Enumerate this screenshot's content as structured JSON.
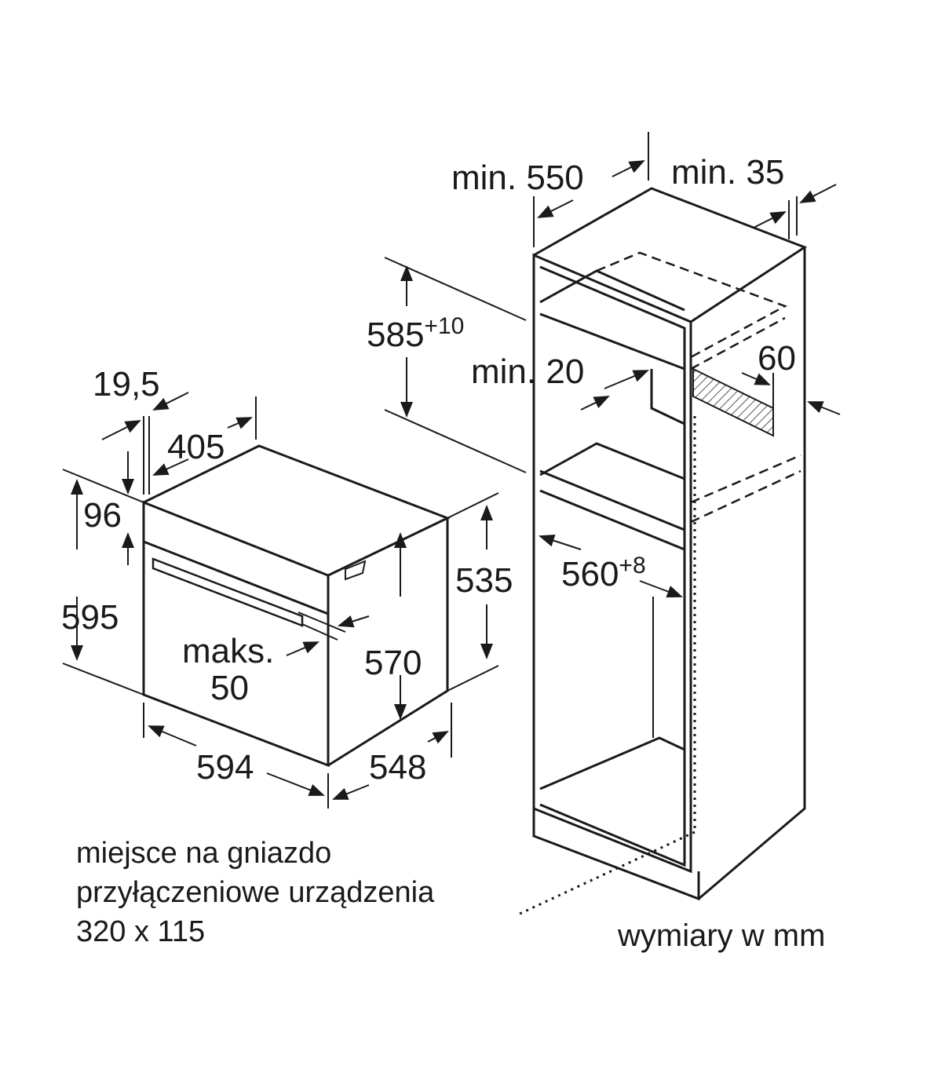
{
  "oven": {
    "depth_front_panel": "19,5",
    "top_depth": "405",
    "panel_height": "96",
    "total_height": "595",
    "max_label": "maks.",
    "max_value": "50",
    "inner_height": "570",
    "side_height": "535",
    "width": "594",
    "depth": "548"
  },
  "cabinet": {
    "min_depth": "min. 550",
    "min_gap": "min. 35",
    "niche_height": "585",
    "niche_height_tol": "+10",
    "min_20": "min. 20",
    "vent": "60",
    "niche_width": "560",
    "niche_width_tol": "+8"
  },
  "notes": {
    "socket_line1": "miejsce na gniazdo",
    "socket_line2": "przyłączeniowe urządzenia",
    "socket_line3": "320 x 115",
    "units": "wymiary w mm"
  },
  "colors": {
    "line": "#1a1a1a",
    "hatch": "#555555"
  }
}
